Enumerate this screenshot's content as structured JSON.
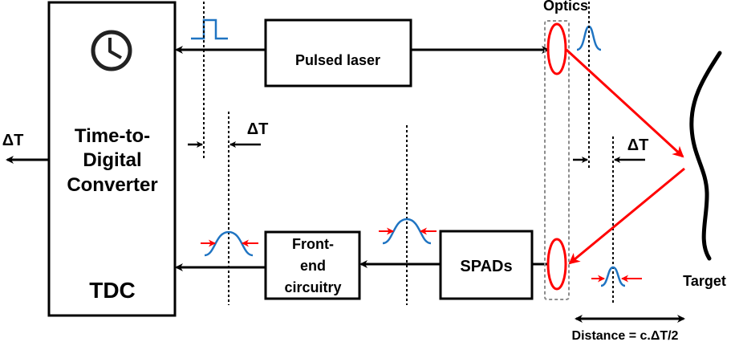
{
  "diagram": {
    "title": "SPAD-based time-of-flight LiDAR block diagram",
    "blocks": {
      "tdc": {
        "line1": "Time-to-",
        "line2": "Digital",
        "line3": "Converter",
        "abbrev": "TDC",
        "icon": "clock-icon"
      },
      "laser": {
        "label": "Pulsed laser"
      },
      "frontend": {
        "line1": "Front-",
        "line2": "end",
        "line3": "circuitry"
      },
      "spads": {
        "label": "SPADs"
      }
    },
    "labels": {
      "optics": "Optics",
      "target": "Target",
      "delta_t_output": "ΔT",
      "delta_t_left": "ΔT",
      "delta_t_right": "ΔT",
      "distance": "Distance = c.ΔT/2"
    },
    "colors": {
      "line": "#000000",
      "beam": "#ff0000",
      "pulse": "#1f74c2",
      "optics_box": "#8c8c8c"
    }
  }
}
